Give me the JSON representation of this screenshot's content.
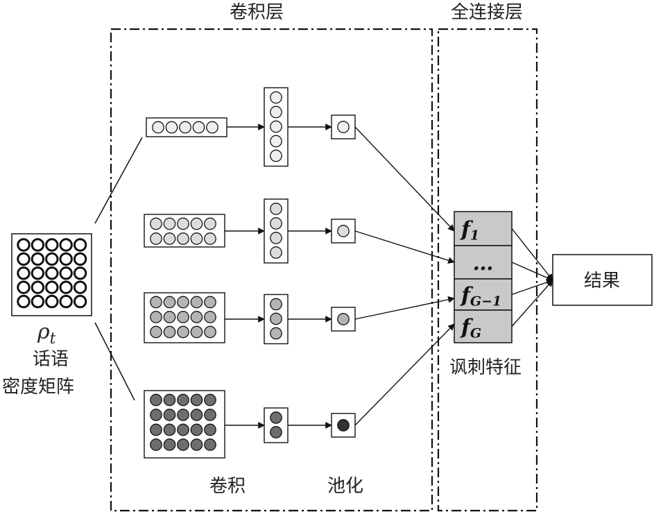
{
  "labels": {
    "conv_layer": "卷积层",
    "fc_layer": "全连接层",
    "conv": "卷积",
    "pool": "池化",
    "input_symbol": "ρ",
    "input_symbol_sub": "t",
    "input_line1": "话语",
    "input_line2": "密度矩阵",
    "features_caption": "讽刺特征",
    "result": "结果"
  },
  "features": [
    {
      "main": "f",
      "sub": "1"
    },
    {
      "main": "…",
      "sub": ""
    },
    {
      "main": "f",
      "sub": "G−1"
    },
    {
      "main": "f",
      "sub": "G"
    }
  ],
  "colors": {
    "input_ring": "#111111",
    "branch_fills": [
      "#eeeeee",
      "#dcdcdc",
      "#b4b4b4",
      "#6e6e6e"
    ],
    "pool_last": "#333333",
    "feature_box": "#c9c9c9"
  }
}
